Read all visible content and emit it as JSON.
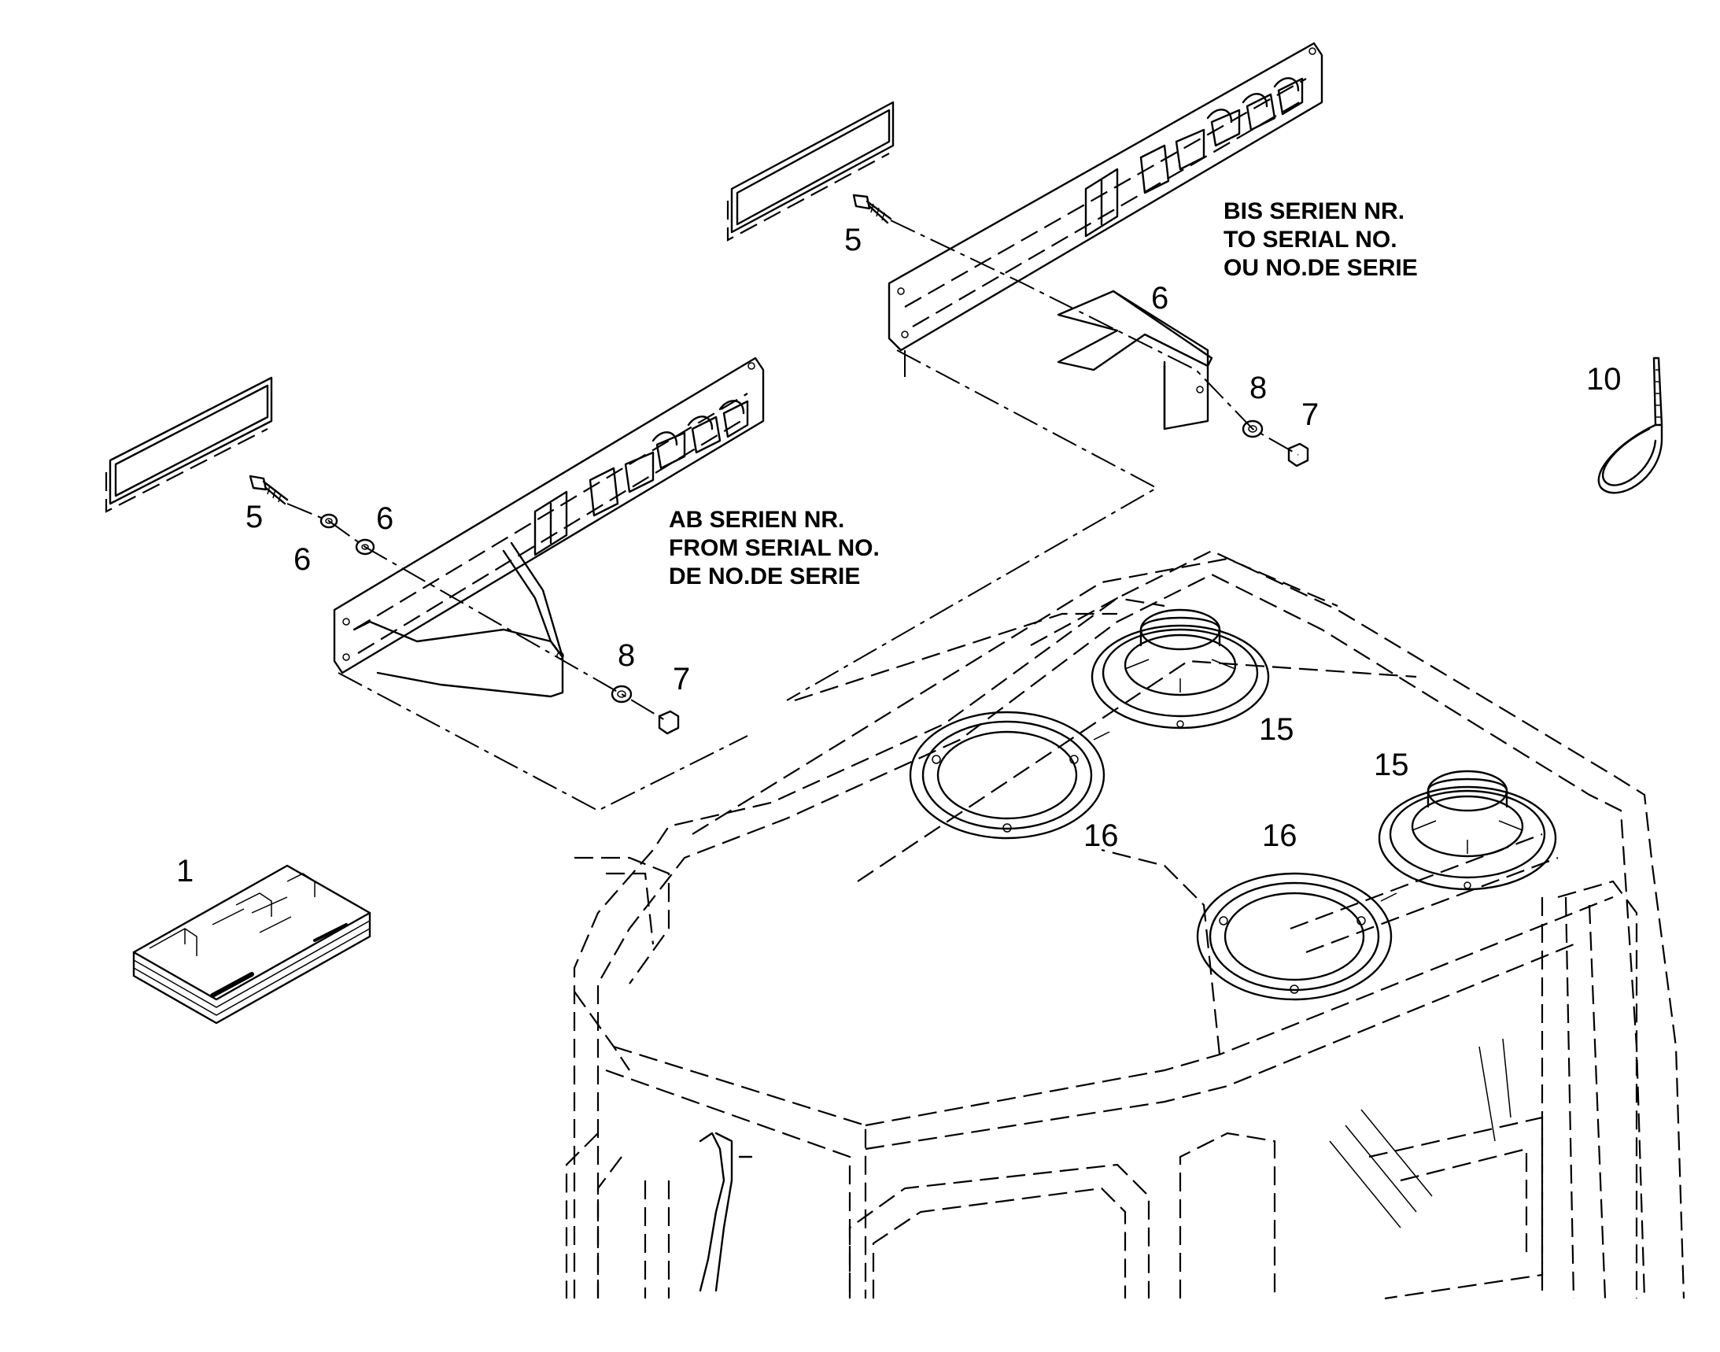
{
  "callouts": {
    "c1": "1",
    "c5_left": "5",
    "c6_left_a": "6",
    "c6_left_b": "6",
    "c8_left": "8",
    "c7_left": "7",
    "c5_right": "5",
    "c6_right": "6",
    "c8_right": "8",
    "c7_right": "7",
    "c10": "10",
    "c15_a": "15",
    "c15_b": "15",
    "c16_a": "16",
    "c16_b": "16"
  },
  "notes": {
    "from_serial": [
      "AB SERIEN NR.",
      "FROM SERIAL NO.",
      "DE NO.DE SERIE"
    ],
    "to_serial": [
      "BIS SERIEN NR.",
      "TO SERIAL NO.",
      "OU NO.DE SERIE"
    ]
  },
  "icons": {
    "panel_left": "radio-panel-icon",
    "panel_right": "radio-panel-icon",
    "speaker": "speaker-icon",
    "ring": "speaker-ring-icon",
    "manual": "manual-booklet-icon",
    "cable_tie": "cable-tie-icon",
    "cab": "cab-roof-icon"
  }
}
